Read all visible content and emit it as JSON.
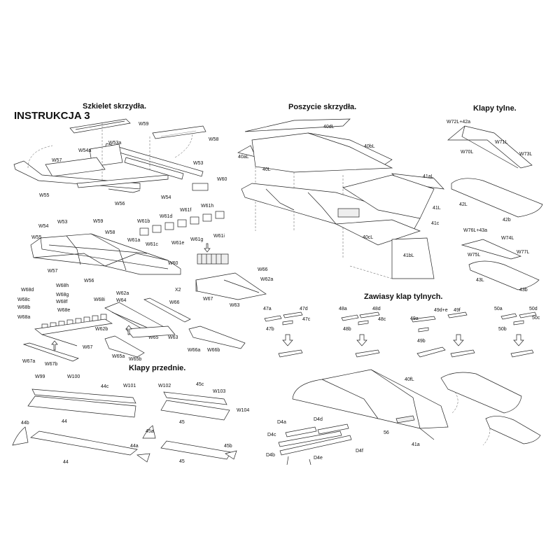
{
  "titles": {
    "instruction": "INSTRUKCJA 3",
    "wing_frame": "Szkielet skrzydła.",
    "wing_skin": "Poszycie skrzydła.",
    "rear_flaps": "Klapy tylne.",
    "flap_hinges": "Zawiasy klap tylnych.",
    "front_flaps": "Klapy przednie."
  },
  "labels": {
    "W59a": "W59",
    "W58a": "W58",
    "W53a": "W53a",
    "W54a": "W54a",
    "W57a": "W57",
    "W53b": "W53",
    "W55a": "W55",
    "W56a": "W56",
    "W54b": "W54",
    "W60a": "W60",
    "W54c": "W54",
    "W53c": "W53",
    "W59b": "W59",
    "W58b": "W58",
    "W55b": "W55",
    "W57b": "W57",
    "W56b": "W56",
    "W60b": "W60",
    "W61b": "W61b",
    "W61d": "W61d",
    "W61f": "W61f",
    "W61h": "W61h",
    "W61a": "W61a",
    "W61c": "W61c",
    "W61e": "W61e",
    "W61g": "W61g",
    "W61i": "W61i",
    "W66a": "W66",
    "W62a": "W62a",
    "X2": "X2",
    "W67a": "W67",
    "W63a": "W63",
    "W68d": "W68d",
    "W68c": "W68c",
    "W68b": "W68b",
    "W68a": "W68a",
    "W68h": "W68h",
    "W68g": "W68g",
    "W68f": "W68f",
    "W68e": "W68e",
    "W68i": "W68i",
    "W62a2": "W62a",
    "W64": "W64",
    "W62b": "W62b",
    "W66c": "W66",
    "W65": "W65",
    "W63b": "W63",
    "W67b": "W67",
    "W67a2": "W67a",
    "W67b2": "W67b",
    "W65a": "W65a",
    "W65b": "W65b",
    "W66a2": "W66a",
    "W66b": "W66b",
    "40dL": "40dL",
    "40aL": "40aL",
    "40bL": "40bL",
    "40L": "40L",
    "41aL": "41aL",
    "41L": "41L",
    "41c": "41c",
    "40cL": "40cL",
    "41bL": "41bL",
    "W72L43a": "W72L+42a",
    "W71L": "W71L",
    "W70L": "W70L",
    "W73L": "W73L",
    "42L": "42L",
    "42b": "42b",
    "W76L43a": "W76L+43a",
    "W74L": "W74L",
    "W75L": "W75L",
    "W77L": "W77L",
    "43L": "43L",
    "43b": "43b",
    "47a": "47a",
    "47d": "47d",
    "47c": "47c",
    "47b": "47b",
    "48a": "48a",
    "48d": "48d",
    "48c": "48c",
    "48b": "48b",
    "49a": "49a",
    "49de": "49d+e",
    "49f": "49f",
    "49b": "49b",
    "50a": "50a",
    "50d": "50d",
    "50c": "50c",
    "50b": "50b",
    "W99": "W99",
    "W100": "W100",
    "44c": "44c",
    "W101": "W101",
    "44a1": "44",
    "44b": "44b",
    "44d": "44",
    "44a": "44a",
    "W102": "W102",
    "45c": "45c",
    "W103": "W103",
    "W104": "W104",
    "45a1": "45",
    "45a": "45a",
    "45b": "45b",
    "45d": "45",
    "40fL": "40fL",
    "56": "56",
    "41a": "41a",
    "D4a": "D4a",
    "D4d": "D4d",
    "D4c": "D4c",
    "D4b": "D4b",
    "D4f": "D4f",
    "D4e": "D4e"
  }
}
